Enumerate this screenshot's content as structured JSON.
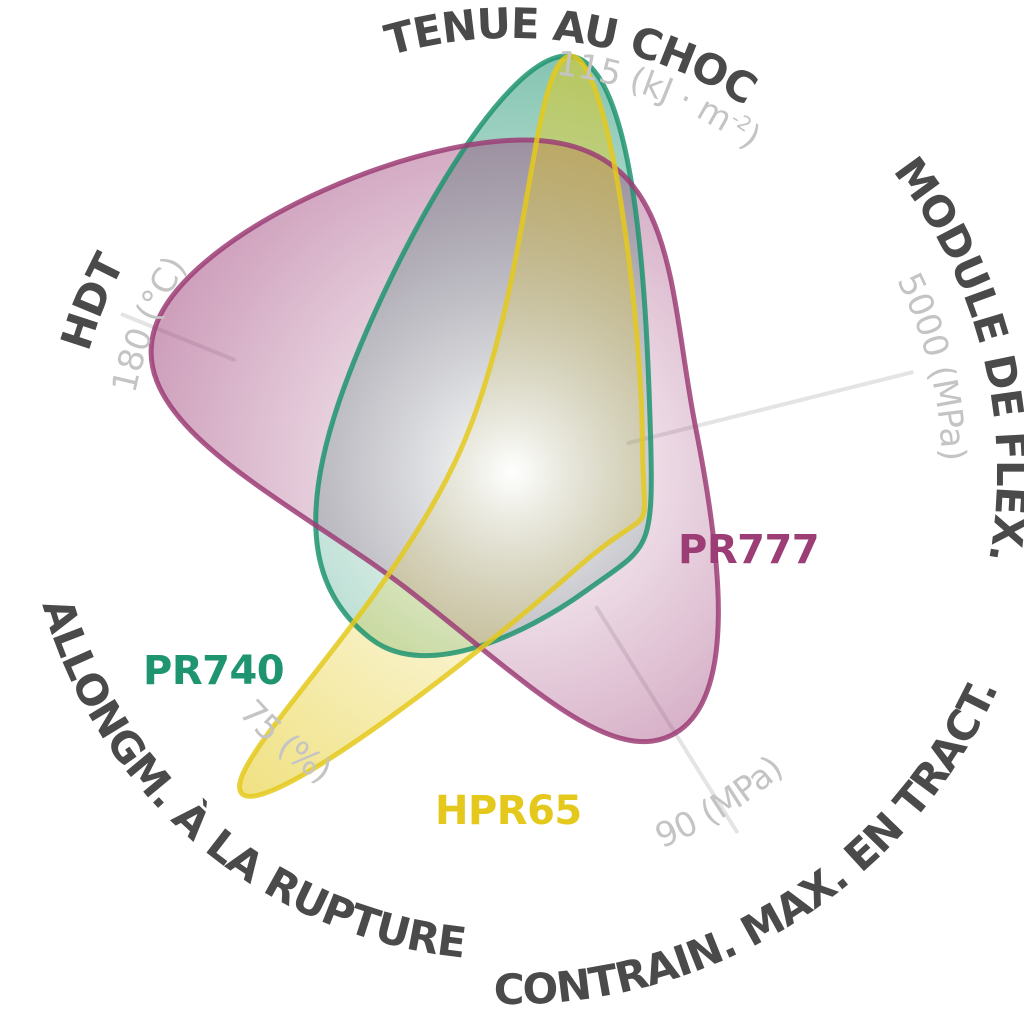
{
  "chart_data": {
    "type": "radar",
    "axes": [
      {
        "name": "TENUE AU CHOC",
        "max_label": "115 (kJ · m",
        "max_label_sup": "-2",
        "max_label_tail": ")",
        "max": 115,
        "unit": "kJ · m-2"
      },
      {
        "name": "MODULE DE FLEX.",
        "max_label": "5000 (MPa)",
        "max": 5000,
        "unit": "MPa"
      },
      {
        "name": "CONTRAIN. MAX. EN TRACT.",
        "max_label": "90 (MPa)",
        "max": 90,
        "unit": "MPa"
      },
      {
        "name": "ALLONGM. À LA RUPTURE",
        "max_label": "75 (%)",
        "max": 75,
        "unit": "%"
      },
      {
        "name": "HDT",
        "max_label": "180 (°C)",
        "max": 180,
        "unit": "°C"
      }
    ],
    "series": [
      {
        "name": "PR740",
        "color": "#1f9470",
        "values": [
          115,
          1700,
          30,
          39,
          80
        ]
      },
      {
        "name": "PR777",
        "color": "#9c3d76",
        "values": [
          91,
          2250,
          66,
          28,
          165
        ]
      },
      {
        "name": "HPR65",
        "color": "#e4c91c",
        "values": [
          115,
          1600,
          25,
          75,
          24
        ]
      }
    ],
    "grid": false,
    "legend": "labels next to shapes"
  }
}
